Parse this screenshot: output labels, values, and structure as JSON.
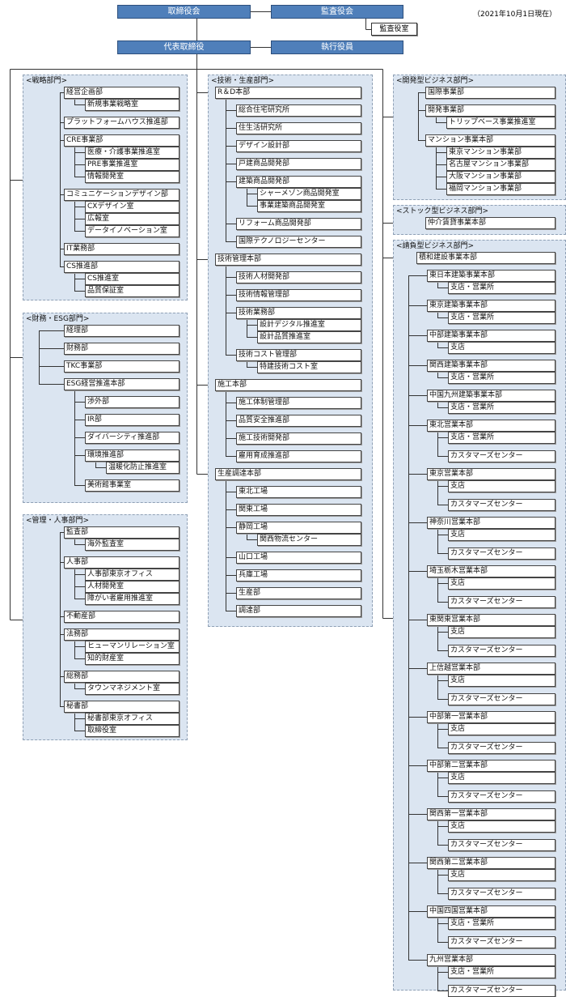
{
  "header": {
    "board": "取締役会",
    "auditors": "監査役会",
    "auditor_office": "監査役室",
    "president": "代表取締役",
    "officers": "執行役員",
    "date": "（2021年10月1日現在）"
  },
  "panels": {
    "strategy": {
      "title": "<戦略部門>",
      "lists": [
        {
          "items": [
            {
              "label": "経営企画部",
              "children": [
                {
                  "label": "新規事業戦略室"
                }
              ]
            },
            {
              "label": "プラットフォームハウス推進部"
            },
            {
              "label": "CRE事業部",
              "children": [
                {
                  "label": "医療・介護事業推進室"
                },
                {
                  "label": "PRE事業推進室"
                },
                {
                  "label": "情報開発室"
                }
              ]
            },
            {
              "label": "コミュニケーションデザイン部",
              "children": [
                {
                  "label": "CXデザイン室"
                },
                {
                  "label": "広報室"
                },
                {
                  "label": "データイノベーション室"
                }
              ]
            },
            {
              "label": "IT業務部"
            },
            {
              "label": "CS推進部",
              "children": [
                {
                  "label": "CS推進室"
                },
                {
                  "label": "品質保証室"
                }
              ]
            }
          ]
        }
      ]
    },
    "finance": {
      "title": "<財務・ESG部門>",
      "lists": [
        {
          "items": [
            {
              "label": "経理部"
            },
            {
              "label": "財務部"
            },
            {
              "label": "TKC事業部"
            },
            {
              "label": "ESG経営推進本部",
              "gap": "all",
              "children": [
                {
                  "label": "渉外部"
                },
                {
                  "label": "IR部"
                },
                {
                  "label": "ダイバーシティ推進部"
                },
                {
                  "label": "環境推進部",
                  "children": [
                    {
                      "label": "温暖化防止推進室"
                    }
                  ]
                },
                {
                  "label": "美術館事業室"
                }
              ]
            }
          ]
        }
      ]
    },
    "admin": {
      "title": "<管理・人事部門>",
      "lists": [
        {
          "items": [
            {
              "label": "監査部",
              "children": [
                {
                  "label": "海外監査室"
                }
              ]
            },
            {
              "label": "人事部",
              "children": [
                {
                  "label": "人事部東京オフィス"
                },
                {
                  "label": "人材開発室"
                },
                {
                  "label": "障がい者雇用推進室"
                }
              ]
            },
            {
              "label": "不動産部"
            },
            {
              "label": "法務部",
              "children": [
                {
                  "label": "ヒューマンリレーション室"
                },
                {
                  "label": "知的財産室"
                }
              ]
            },
            {
              "label": "総務部",
              "children": [
                {
                  "label": "タウンマネジメント室"
                }
              ]
            },
            {
              "label": "秘書部",
              "children": [
                {
                  "label": "秘書部東京オフィス"
                },
                {
                  "label": "取締役室"
                }
              ]
            }
          ]
        }
      ]
    },
    "tech": {
      "title": "<技術・生産部門>",
      "lists": [
        {
          "items": [
            {
              "label": "R＆D本部",
              "gap": "all",
              "children": [
                {
                  "label": "総合住宅研究所"
                },
                {
                  "label": "住生活研究所"
                },
                {
                  "label": "デザイン設計部"
                },
                {
                  "label": "戸建商品開発部"
                },
                {
                  "label": "建築商品開発部",
                  "children": [
                    {
                      "label": "シャーメゾン商品開発室"
                    },
                    {
                      "label": "事業建築商品開発室"
                    }
                  ]
                },
                {
                  "label": "リフォーム商品開発部"
                },
                {
                  "label": "国際テクノロジーセンター"
                }
              ]
            },
            {
              "label": "技術管理本部",
              "gap": "all",
              "children": [
                {
                  "label": "技術人材開発部"
                },
                {
                  "label": "技術情報管理部"
                },
                {
                  "label": "技術業務部",
                  "children": [
                    {
                      "label": "設計デジタル推進室"
                    },
                    {
                      "label": "設計品質推進室"
                    }
                  ]
                },
                {
                  "label": "技術コスト管理部",
                  "children": [
                    {
                      "label": "特建技術コスト室"
                    }
                  ]
                }
              ]
            },
            {
              "label": "施工本部",
              "gap": "all",
              "children": [
                {
                  "label": "施工体制管理部"
                },
                {
                  "label": "品質安全推進部"
                },
                {
                  "label": "施工技術開発部"
                },
                {
                  "label": "雇用育成推進部"
                }
              ]
            },
            {
              "label": "生産調達本部",
              "gap": "all",
              "children": [
                {
                  "label": "東北工場"
                },
                {
                  "label": "関東工場"
                },
                {
                  "label": "静岡工場",
                  "children": [
                    {
                      "label": "関西物流センター"
                    }
                  ]
                },
                {
                  "label": "山口工場"
                },
                {
                  "label": "兵庫工場"
                },
                {
                  "label": "生産部"
                },
                {
                  "label": "調達部"
                }
              ]
            }
          ]
        }
      ]
    },
    "development": {
      "title": "<開発型ビジネス部門>",
      "lists": [
        {
          "items": [
            {
              "label": "国際事業部"
            },
            {
              "label": "開発事業部",
              "children": [
                {
                  "label": "トリップベース事業推進室"
                }
              ]
            },
            {
              "label": "マンション事業本部",
              "children": [
                {
                  "label": "東京マンション事業部"
                },
                {
                  "label": "名古屋マンション事業部"
                },
                {
                  "label": "大阪マンション事業部"
                },
                {
                  "label": "福岡マンション事業部"
                }
              ]
            }
          ]
        }
      ]
    },
    "stock": {
      "title": "<ストック型ビジネス部門>",
      "lists": [
        {
          "items": [
            {
              "label": "仲介賃貸事業本部"
            }
          ]
        }
      ]
    },
    "contract": {
      "title": "<請負型ビジネス部門>",
      "lists": [
        {
          "items": [
            {
              "label": "積和建設事業本部"
            }
          ]
        },
        {
          "items": [
            {
              "label": "東日本建築事業本部",
              "children": [
                {
                  "label": "支店・営業所"
                }
              ]
            },
            {
              "label": "東京建築事業本部",
              "children": [
                {
                  "label": "支店・営業所"
                }
              ]
            },
            {
              "label": "中部建築事業本部",
              "children": [
                {
                  "label": "支店"
                }
              ]
            },
            {
              "label": "関西建築事業本部",
              "children": [
                {
                  "label": "支店・営業所"
                }
              ]
            },
            {
              "label": "中国九州建築事業本部",
              "children": [
                {
                  "label": "支店・営業所"
                }
              ]
            },
            {
              "label": "東北営業本部",
              "gap": "after-first",
              "children": [
                {
                  "label": "支店・営業所"
                },
                {
                  "label": "カスタマーズセンター"
                }
              ]
            },
            {
              "label": "東京営業本部",
              "gap": "after-first",
              "children": [
                {
                  "label": "支店"
                },
                {
                  "label": "カスタマーズセンター"
                }
              ]
            },
            {
              "label": "神奈川営業本部",
              "gap": "after-first",
              "children": [
                {
                  "label": "支店"
                },
                {
                  "label": "カスタマーズセンター"
                }
              ]
            },
            {
              "label": "埼玉栃木営業本部",
              "gap": "after-first",
              "children": [
                {
                  "label": "支店"
                },
                {
                  "label": "カスタマーズセンター"
                }
              ]
            },
            {
              "label": "東関東営業本部",
              "gap": "after-first",
              "children": [
                {
                  "label": "支店"
                },
                {
                  "label": "カスタマーズセンター"
                }
              ]
            },
            {
              "label": "上信越営業本部",
              "gap": "after-first",
              "children": [
                {
                  "label": "支店"
                },
                {
                  "label": "カスタマーズセンター"
                }
              ]
            },
            {
              "label": "中部第一営業本部",
              "gap": "after-first",
              "children": [
                {
                  "label": "支店"
                },
                {
                  "label": "カスタマーズセンター"
                }
              ]
            },
            {
              "label": "中部第二営業本部",
              "gap": "after-first",
              "children": [
                {
                  "label": "支店"
                },
                {
                  "label": "カスタマーズセンター"
                }
              ]
            },
            {
              "label": "関西第一営業本部",
              "gap": "after-first",
              "children": [
                {
                  "label": "支店"
                },
                {
                  "label": "カスタマーズセンター"
                }
              ]
            },
            {
              "label": "関西第二営業本部",
              "gap": "after-first",
              "children": [
                {
                  "label": "支店"
                },
                {
                  "label": "カスタマーズセンター"
                }
              ]
            },
            {
              "label": "中国四国営業本部",
              "gap": "after-first",
              "children": [
                {
                  "label": "支店・営業所"
                },
                {
                  "label": "カスタマーズセンター"
                }
              ]
            },
            {
              "label": "九州営業本部",
              "gap": "after-first",
              "children": [
                {
                  "label": "支店・営業所"
                },
                {
                  "label": "カスタマーズセンター"
                }
              ]
            }
          ]
        }
      ]
    }
  }
}
